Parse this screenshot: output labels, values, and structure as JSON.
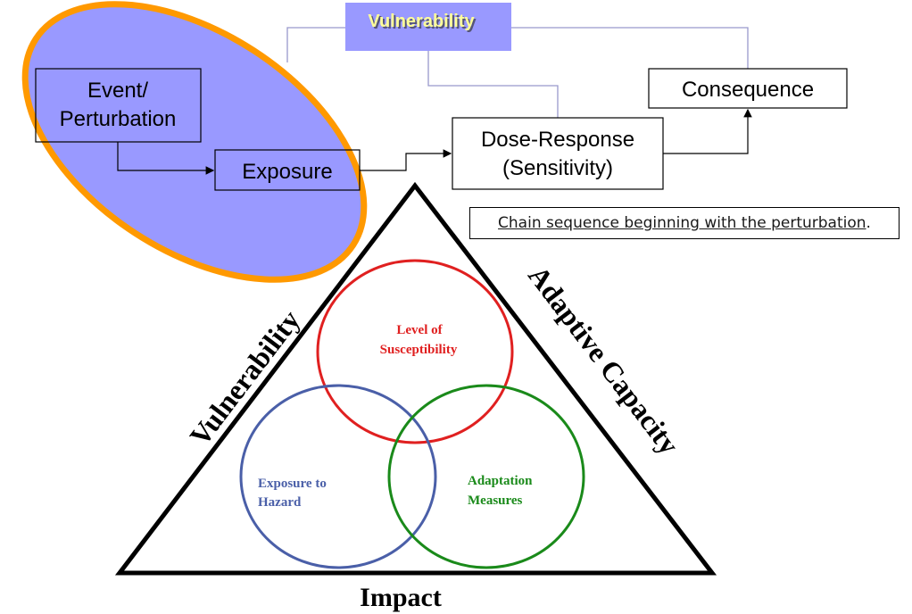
{
  "colors": {
    "ellipse_fill": "#9999ff",
    "ellipse_stroke": "#ff9900",
    "vuln_box_fill": "#9999ff",
    "vuln_box_text": "#ffff99",
    "connector_lavender": "#9999cc",
    "red_circle": "#e02020",
    "blue_circle": "#4a5fa8",
    "green_circle": "#1a8a1a",
    "triangle": "#000000"
  },
  "chain": {
    "vulnerability_label": "Vulnerability",
    "event_line1": "Event/",
    "event_line2": "Perturbation",
    "exposure": "Exposure",
    "dose_line1": "Dose-Response",
    "dose_line2": "(Sensitivity)",
    "consequence": "Consequence"
  },
  "note": {
    "text": "Chain sequence beginning with the perturbation",
    "trailing": "."
  },
  "triangle": {
    "left_side_label": "Vulnerability",
    "right_side_label": "Adaptive Capacity",
    "bottom_label": "Impact"
  },
  "circles": {
    "top_line1": "Level of",
    "top_line2": "Susceptibility",
    "left_line1": "Exposure to",
    "left_line2": "Hazard",
    "right_line1": "Adaptation",
    "right_line2": "Measures"
  }
}
